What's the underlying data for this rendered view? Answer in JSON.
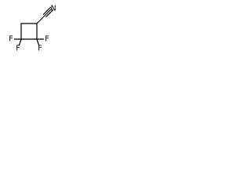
{
  "molecule": {
    "atoms": {
      "n": "N",
      "f_right": "F",
      "f_lower_right": "F",
      "f_lower_left": "F",
      "f_left": "F"
    },
    "bond_color": "#000000",
    "label_color": "#000000"
  }
}
